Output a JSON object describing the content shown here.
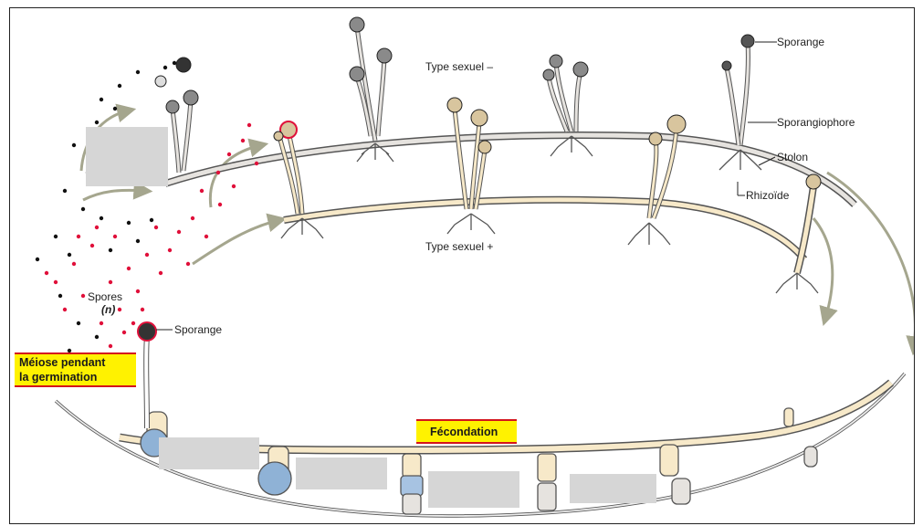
{
  "labels": {
    "sporange_top": "Sporange",
    "sporangiophore": "Sporangiophore",
    "stolon": "Stolon",
    "rhizoide": "Rhizoïde",
    "type_minus": "Type sexuel –",
    "type_plus": "Type sexuel +",
    "spores_line1": "Spores",
    "spores_line2": "(n)",
    "sporange_bottom": "Sporange",
    "meiose_line1": "Méiose pendant",
    "meiose_line2": "la germination",
    "fecondation": "Fécondation"
  },
  "colors": {
    "minus_hypha": "#e6e3df",
    "plus_hypha": "#f7e9c9",
    "hypha_outline": "#5a5a5a",
    "arrow": "#a5a68e",
    "red_spore": "#e0103a",
    "black_spore": "#111111",
    "yellow_label": "#fff200",
    "label_border": "#d4141c",
    "hidden_box": "#d6d6d6",
    "zygospore_blue": "#8fb2d6"
  }
}
